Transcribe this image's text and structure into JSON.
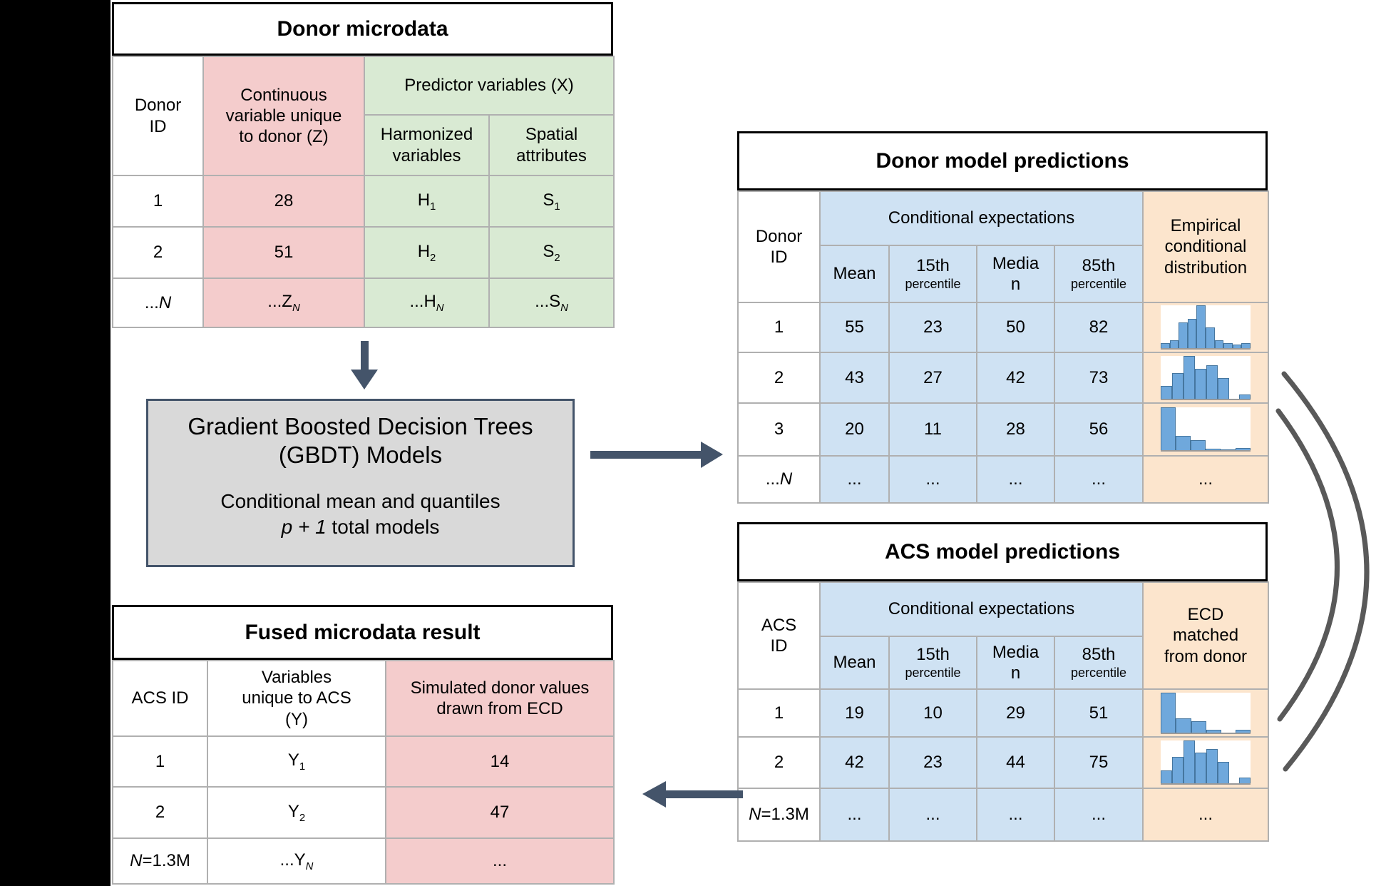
{
  "colors": {
    "pink": "#f4cccc",
    "green": "#d9ead3",
    "blue": "#cfe2f3",
    "orange": "#fce5cd",
    "gbdt_gray": "#d9d9d9",
    "arrow": "#44546a",
    "curve": "#595959",
    "hist_fill": "#6fa8dc",
    "hist_stroke": "#45769f"
  },
  "donor_microdata": {
    "title": "Donor microdata",
    "header": {
      "donor_id": "Donor ID",
      "continuous": "Continuous variable unique to donor (Z)",
      "predictor_group": "Predictor variables (X)",
      "harmonized": "Harmonized variables",
      "spatial": "Spatial attributes"
    },
    "rows": [
      {
        "id": "1",
        "z": "28",
        "h": "H",
        "h_sub": "1",
        "s": "S",
        "s_sub": "1"
      },
      {
        "id": "2",
        "z": "51",
        "h": "H",
        "h_sub": "2",
        "s": "S",
        "s_sub": "2"
      },
      {
        "id_prefix": "...",
        "id_n": "N",
        "z": "...Z",
        "z_sub": "N",
        "h": "...H",
        "h_sub": "N",
        "s": "...S",
        "s_sub": "N"
      }
    ]
  },
  "gbdt_box": {
    "line1": "Gradient Boosted Decision Trees (GBDT) Models",
    "line2": "Conditional mean and quantiles",
    "line3_italic": "p + 1",
    "line3_rest": " total models"
  },
  "donor_predictions": {
    "title": "Donor model predictions",
    "header": {
      "donor_id": "Donor ID",
      "group": "Conditional expectations",
      "mean": "Mean",
      "p15": "15th",
      "p15_small": "percentile",
      "median": "Median",
      "p85": "85th",
      "p85_small": "percentile",
      "ecd": "Empirical conditional distribution"
    },
    "rows": [
      {
        "id": "1",
        "mean": "55",
        "p15": "23",
        "median": "50",
        "p85": "82",
        "ecd_hist": [
          0.11,
          0.19,
          0.6,
          0.68,
          1.0,
          0.48,
          0.19,
          0.11,
          0.08,
          0.11
        ]
      },
      {
        "id": "2",
        "mean": "43",
        "p15": "27",
        "median": "42",
        "p85": "73",
        "ecd_hist": [
          0.3,
          0.6,
          1.0,
          0.7,
          0.78,
          0.48,
          0,
          0.1
        ]
      },
      {
        "id": "3",
        "mean": "20",
        "p15": "11",
        "median": "28",
        "p85": "56",
        "ecd_hist": [
          1.0,
          0.33,
          0.24,
          0.04,
          0.01,
          0.05
        ]
      },
      {
        "id_prefix": "...",
        "id_n": "N",
        "mean": "...",
        "p15": "...",
        "median": "...",
        "p85": "...",
        "ecd_dots": "..."
      }
    ]
  },
  "acs_predictions": {
    "title": "ACS model predictions",
    "header": {
      "acs_id": "ACS ID",
      "group": "Conditional expectations",
      "mean": "Mean",
      "p15": "15th",
      "p15_small": "percentile",
      "median": "Median",
      "p85": "85th",
      "p85_small": "percentile",
      "ecd": "ECD matched from donor"
    },
    "rows": [
      {
        "id": "1",
        "mean": "19",
        "p15": "10",
        "median": "29",
        "p85": "51",
        "ecd_hist": [
          1.0,
          0.35,
          0.28,
          0.06,
          0,
          0.06
        ]
      },
      {
        "id": "2",
        "mean": "42",
        "p15": "23",
        "median": "44",
        "p85": "75",
        "ecd_hist": [
          0.3,
          0.62,
          1.0,
          0.72,
          0.8,
          0.5,
          0,
          0.13
        ]
      },
      {
        "id_n": "N",
        "id_rest": "=1.3M",
        "mean": "...",
        "p15": "...",
        "median": "...",
        "p85": "...",
        "ecd_dots": "..."
      }
    ]
  },
  "fused_result": {
    "title": "Fused microdata result",
    "header": {
      "acs_id": "ACS ID",
      "y_col": "Variables unique to ACS (Y)",
      "sim_col": "Simulated donor values drawn from ECD"
    },
    "rows": [
      {
        "id": "1",
        "y": "Y",
        "y_sub": "1",
        "sim": "14"
      },
      {
        "id": "2",
        "y": "Y",
        "y_sub": "2",
        "sim": "47"
      },
      {
        "id_n": "N",
        "id_rest": "=1.3M",
        "y": "...Y",
        "y_sub": "N",
        "sim": "..."
      }
    ]
  }
}
